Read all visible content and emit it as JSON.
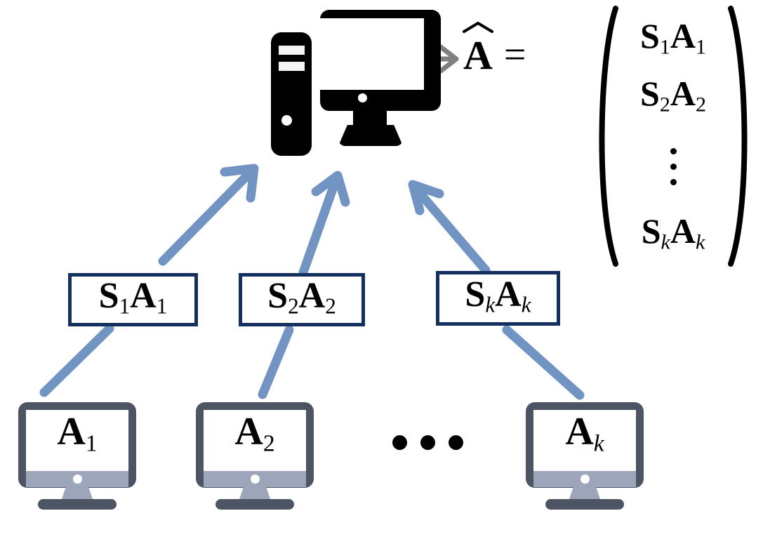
{
  "figure": {
    "type": "distributed-sketching-diagram",
    "background_color": "#ffffff",
    "colors": {
      "arrow_blue": "#7294c2",
      "arrow_gray": "#808080",
      "box_border_navy": "#14305f",
      "monitor_bezel": "#4d5464",
      "monitor_chin": "#9ca5ba",
      "server_black": "#000000"
    }
  },
  "equation": {
    "result_symbol": "A",
    "result_accent": "hat-icon",
    "equals": "=",
    "matrix_rows": [
      {
        "s": "S",
        "s_sub": "1",
        "a": "A",
        "a_sub": "1"
      },
      {
        "s": "S",
        "s_sub": "2",
        "a": "A",
        "a_sub": "2"
      },
      {
        "s": "S",
        "s_sub": "k",
        "a": "A",
        "a_sub": "k",
        "sub_italic": true
      }
    ],
    "vertical_ellipsis": "vdots-icon",
    "bracket": "parenthesis"
  },
  "server": {
    "name": "central-server",
    "tower_slots": 2,
    "power_indicator": "power-dot-icon",
    "output_arrow": "gray-right-arrow"
  },
  "sketch_boxes": [
    {
      "id": "box-1",
      "s": "S",
      "s_sub": "1",
      "a": "A",
      "a_sub": "1",
      "sub_italic": false
    },
    {
      "id": "box-2",
      "s": "S",
      "s_sub": "2",
      "a": "A",
      "a_sub": "2",
      "sub_italic": false
    },
    {
      "id": "box-k",
      "s": "S",
      "s_sub": "k",
      "a": "A",
      "a_sub": "k",
      "sub_italic": true
    }
  ],
  "clients": [
    {
      "id": "client-1",
      "symbol": "A",
      "sub": "1",
      "sub_italic": false
    },
    {
      "id": "client-2",
      "symbol": "A",
      "sub": "2",
      "sub_italic": false
    },
    {
      "id": "client-k",
      "symbol": "A",
      "sub": "k",
      "sub_italic": true
    }
  ],
  "client_ellipsis": {
    "label": "horizontal-ellipsis",
    "dots": 3
  },
  "arrows": {
    "upload_arrows": [
      {
        "from": "box-1",
        "to": "central-server",
        "style": "blue-arrow"
      },
      {
        "from": "box-2",
        "to": "central-server",
        "style": "blue-arrow"
      },
      {
        "from": "box-k",
        "to": "central-server",
        "style": "blue-arrow"
      }
    ],
    "sketch_links": [
      {
        "from": "client-1",
        "to": "box-1",
        "style": "blue-line"
      },
      {
        "from": "client-2",
        "to": "box-2",
        "style": "blue-line"
      },
      {
        "from": "client-k",
        "to": "box-k",
        "style": "blue-line"
      }
    ],
    "output_arrow": {
      "from": "central-server",
      "to": "equation",
      "style": "gray-arrow"
    }
  }
}
